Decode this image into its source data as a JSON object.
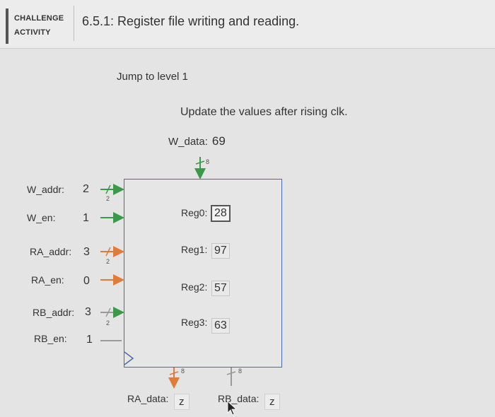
{
  "header": {
    "badge_line1": "CHALLENGE",
    "badge_line2": "ACTIVITY",
    "title": "6.5.1: Register file writing and reading."
  },
  "jump_label": "Jump to level 1",
  "instruction": "Update the values after rising clk.",
  "w_data": {
    "label": "W_data:",
    "value": "69",
    "width": "8"
  },
  "inputs": [
    {
      "label": "W_addr:",
      "value": "2",
      "width": "2"
    },
    {
      "label": "W_en:",
      "value": "1"
    },
    {
      "label": "RA_addr:",
      "value": "3",
      "width": "2"
    },
    {
      "label": "RA_en:",
      "value": "0"
    },
    {
      "label": "RB_addr:",
      "value": "3",
      "width": "2"
    },
    {
      "label": "RB_en:",
      "value": "1"
    }
  ],
  "registers": [
    {
      "label": "Reg0:",
      "value": "28"
    },
    {
      "label": "Reg1:",
      "value": "97"
    },
    {
      "label": "Reg2:",
      "value": "57"
    },
    {
      "label": "Reg3:",
      "value": "63"
    }
  ],
  "outputs": {
    "ra": {
      "label": "RA_data:",
      "value": "z",
      "width": "8"
    },
    "rb": {
      "label": "RB_data:",
      "value": "z",
      "width": "8"
    }
  },
  "colors": {
    "wire_green": "#3a9a4a",
    "wire_orange": "#e07b39",
    "box_border": "#4a6aa6"
  }
}
